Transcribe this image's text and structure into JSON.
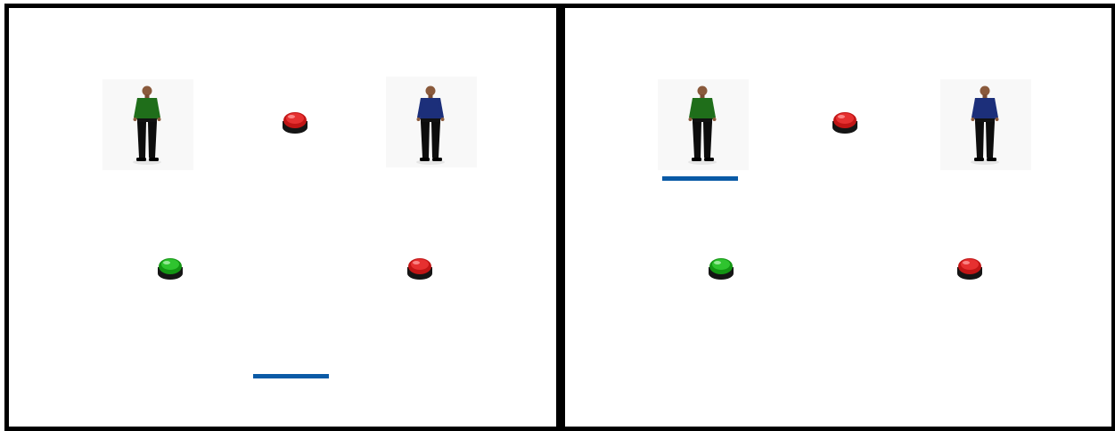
{
  "scene": {
    "panels": [
      {
        "id": "left",
        "persons": [
          {
            "role": "green-shirt-person",
            "shirt_color": "#1f6e1a"
          },
          {
            "role": "blue-shirt-person",
            "shirt_color": "#1c2f7a"
          }
        ],
        "buttons": [
          {
            "role": "top-center-button",
            "color": "red"
          },
          {
            "role": "middle-left-button",
            "color": "green"
          },
          {
            "role": "middle-right-button",
            "color": "red"
          }
        ],
        "highlight": {
          "under": "bottom-center",
          "color": "#0a5aa6"
        }
      },
      {
        "id": "right",
        "persons": [
          {
            "role": "green-shirt-person",
            "shirt_color": "#1f6e1a"
          },
          {
            "role": "blue-shirt-person",
            "shirt_color": "#1c2f7a"
          }
        ],
        "buttons": [
          {
            "role": "top-center-button",
            "color": "red"
          },
          {
            "role": "middle-left-button",
            "color": "green"
          },
          {
            "role": "middle-right-button",
            "color": "red"
          }
        ],
        "highlight": {
          "under": "green-shirt-person",
          "color": "#0a5aa6"
        }
      }
    ],
    "colors": {
      "red_light": "#d81a1a",
      "green_light": "#1aa61a",
      "base": "#1a1a1a",
      "border": "#000000"
    }
  }
}
